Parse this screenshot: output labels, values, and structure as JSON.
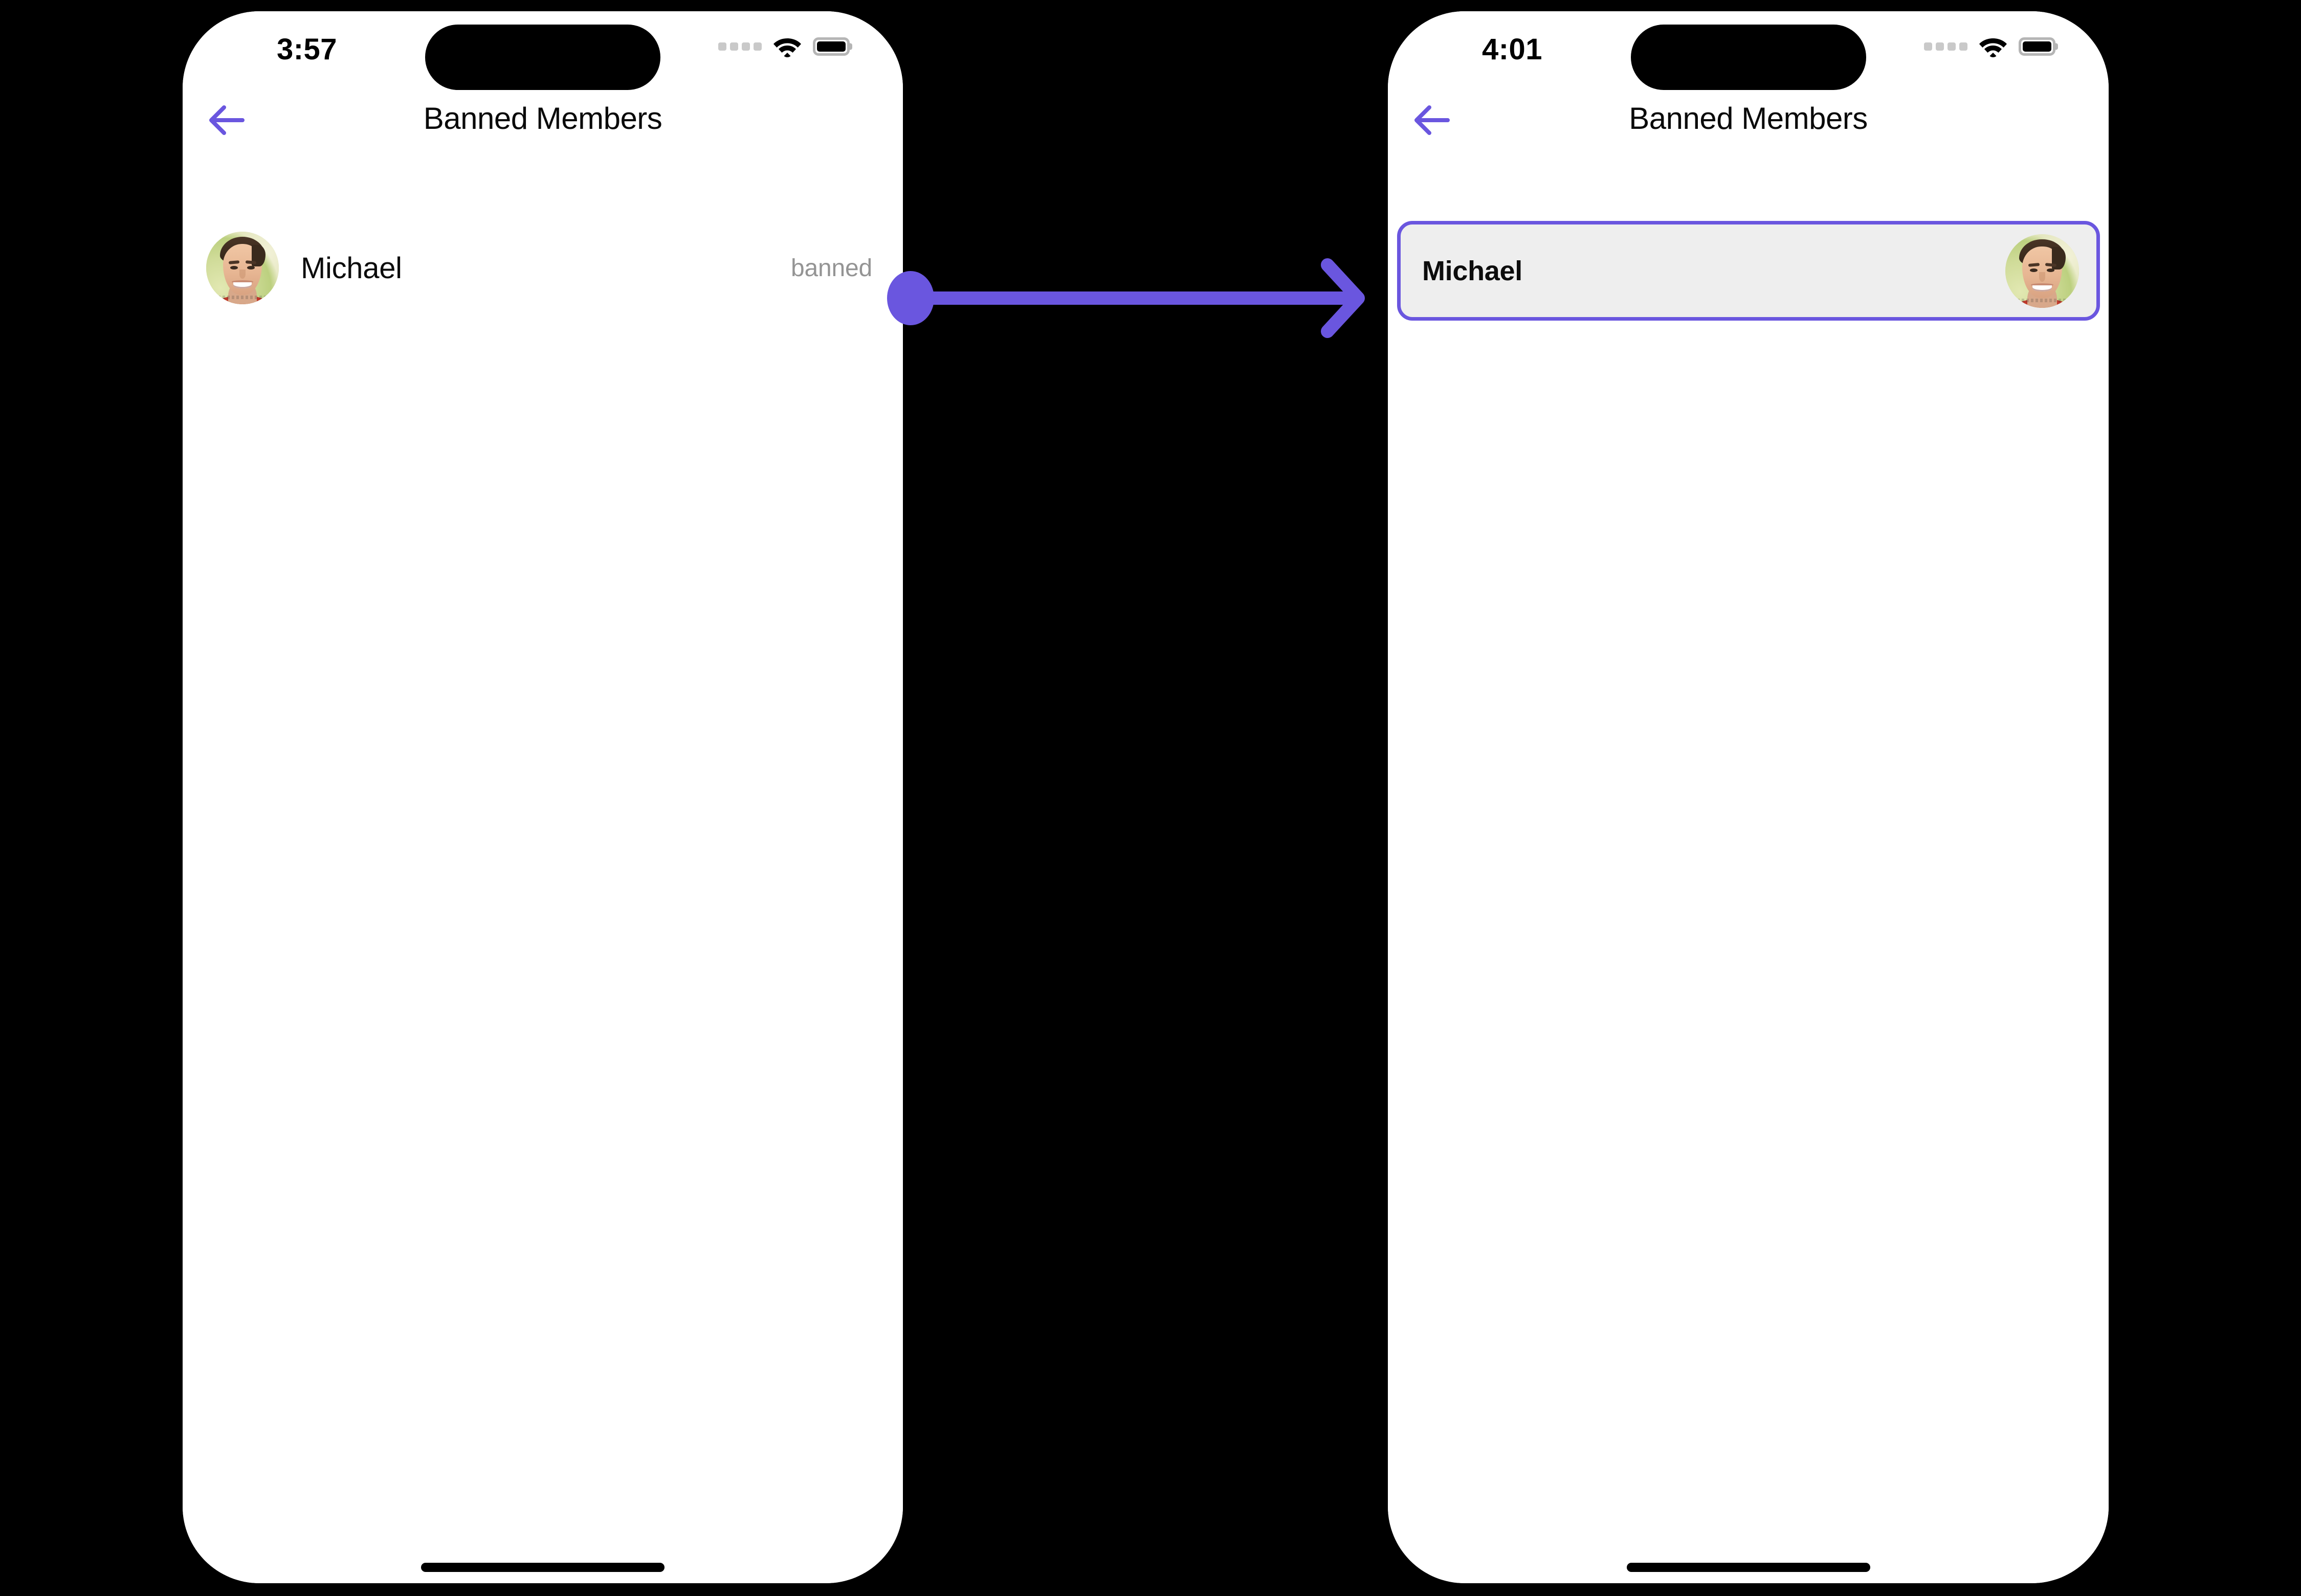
{
  "meta": {
    "background_color": "#000000",
    "accent_color": "#6a56df",
    "flow_description": "Two iPhone screenshots showing the Banned Members screen before and after tapping the banned member row"
  },
  "screens": [
    {
      "id": "before",
      "status_bar": {
        "time": "3:57",
        "signal_icon": "signal-dots-icon",
        "wifi_icon": "wifi-icon",
        "battery_icon": "battery-full-icon"
      },
      "nav": {
        "back_icon": "arrow-left-icon",
        "title": "Banned Members"
      },
      "list": {
        "items": [
          {
            "avatar_icon": "user-avatar-photo",
            "name": "Michael",
            "status": "banned",
            "highlighted": false
          }
        ]
      },
      "home_indicator": "home-indicator"
    },
    {
      "id": "after",
      "status_bar": {
        "time": "4:01",
        "signal_icon": "signal-dots-icon",
        "wifi_icon": "wifi-icon",
        "battery_icon": "battery-full-icon"
      },
      "nav": {
        "back_icon": "arrow-left-icon",
        "title": "Banned Members"
      },
      "list": {
        "items": [
          {
            "avatar_icon": "user-avatar-photo",
            "name": "Michael",
            "status": "",
            "highlighted": true
          }
        ]
      },
      "home_indicator": "home-indicator"
    }
  ],
  "annotation": {
    "arrow": {
      "icon": "flow-arrow-icon",
      "color": "#6a56df",
      "origin_marker": "tap-target-dot",
      "direction": "left-to-right"
    }
  }
}
